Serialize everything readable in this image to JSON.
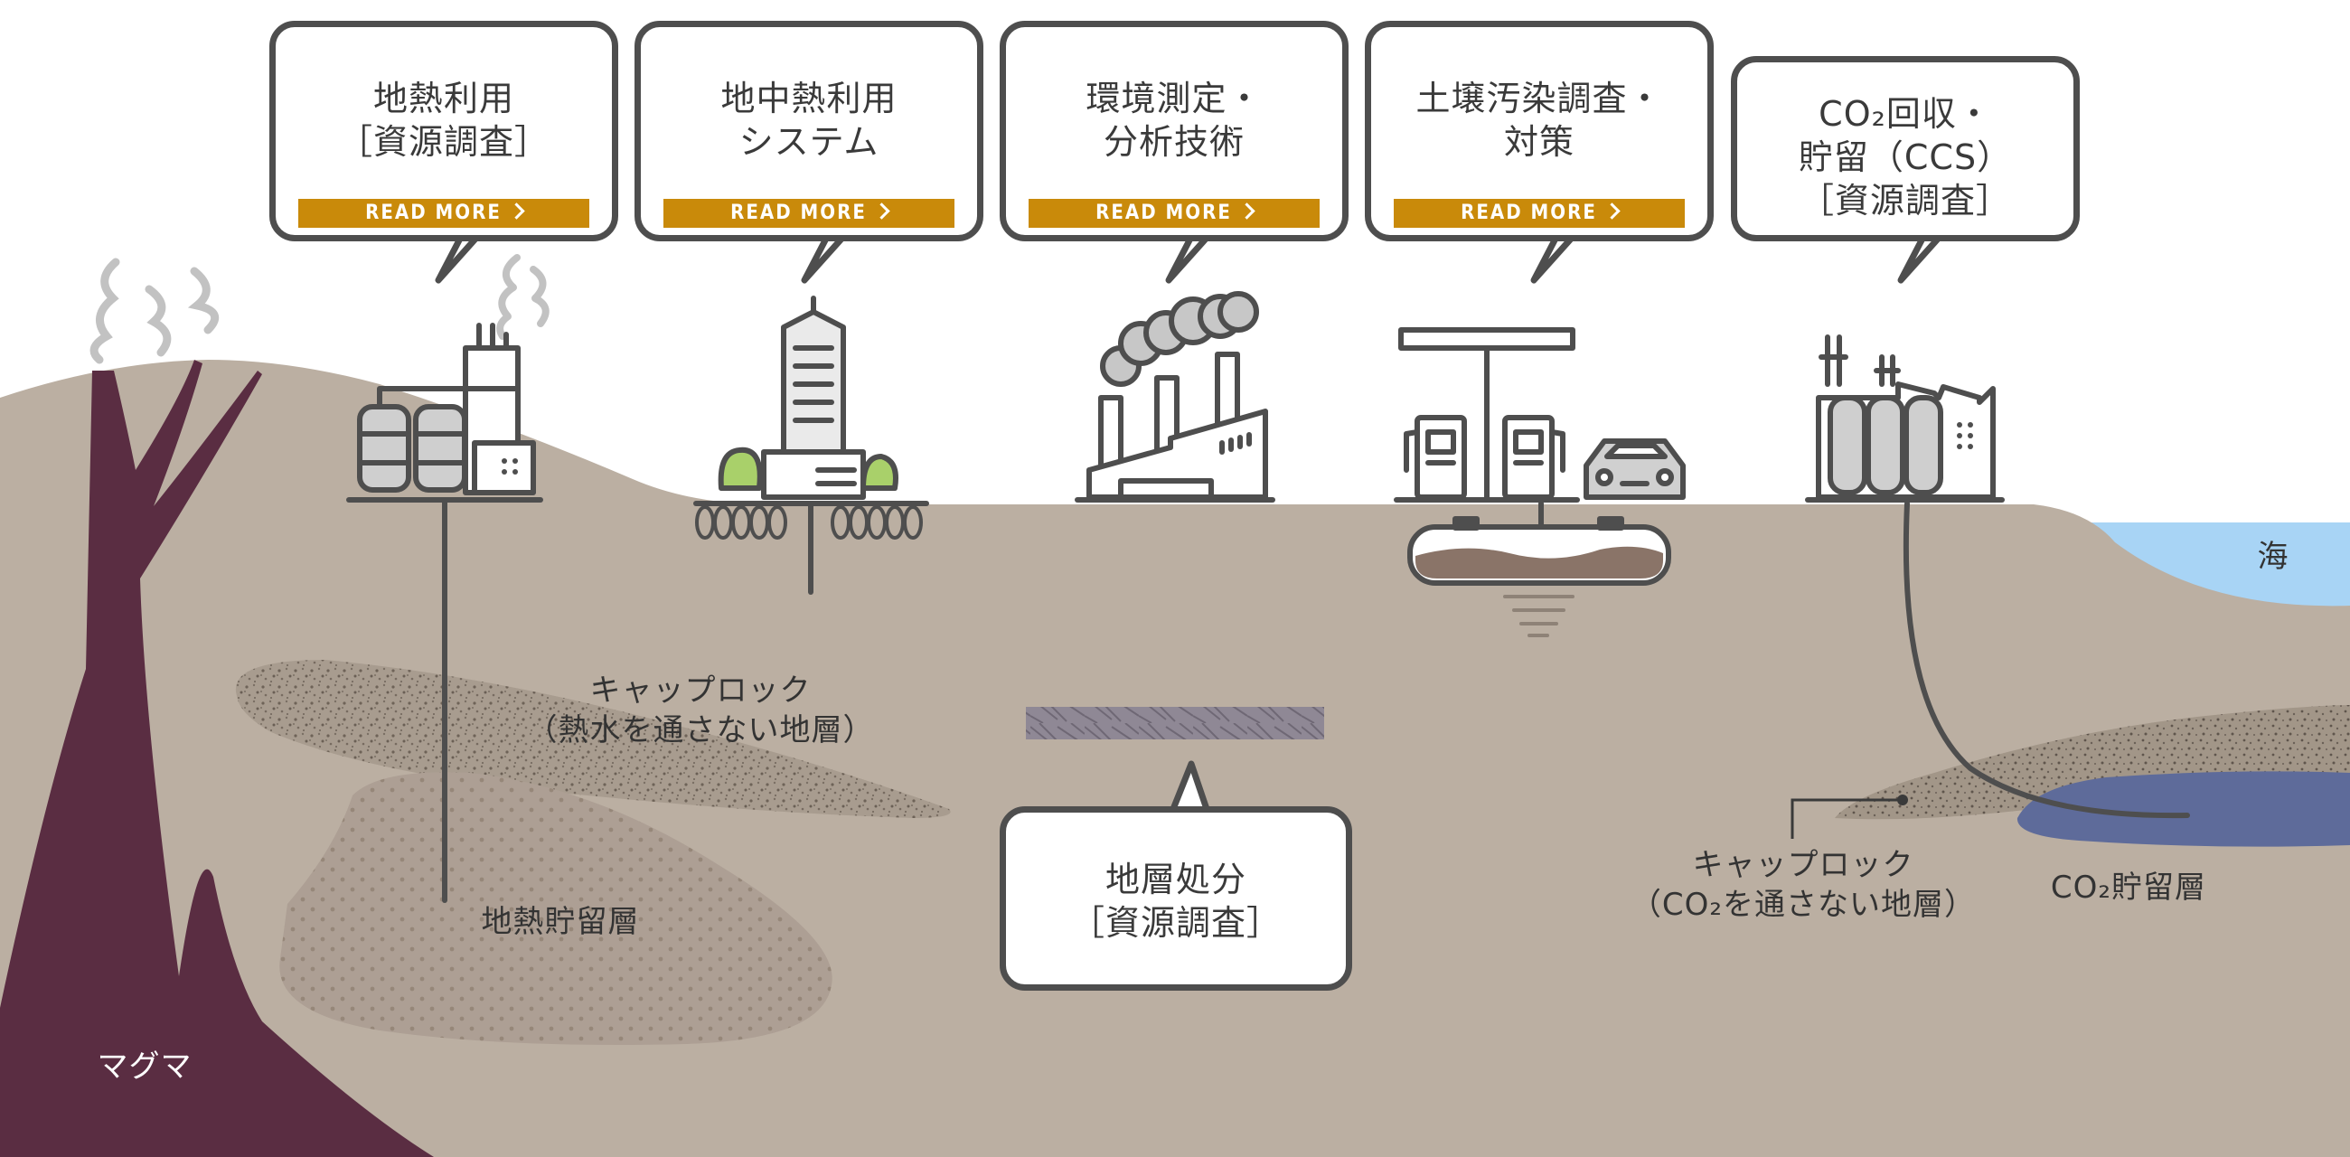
{
  "callouts": {
    "geothermal": {
      "title": "地熱利用\n［資源調査］",
      "read_more": "READ MORE"
    },
    "ground_heat": {
      "title": "地中熱利用\nシステム",
      "read_more": "READ MORE"
    },
    "environment": {
      "title": "環境測定・\n分析技術",
      "read_more": "READ MORE"
    },
    "soil": {
      "title": "土壌汚染調査・\n対策",
      "read_more": "READ MORE"
    },
    "ccs": {
      "title": "CO₂回収・\n貯留（CCS）\n［資源調査］"
    },
    "disposal": {
      "title": "地層処分\n［資源調査］"
    }
  },
  "labels": {
    "caprock_water": "キャップロック\n（熱水を通さない地層）",
    "geothermal_reservoir": "地熱貯留層",
    "magma": "マグマ",
    "sea": "海",
    "caprock_co2": "キャップロック\n（CO₂を通さない地層）",
    "co2_reservoir": "CO₂貯留層"
  },
  "colors": {
    "ground": "#bbafa2",
    "magma": "#5a2d42",
    "sea": "#a8d4f5",
    "co2_reservoir": "#5e6b9a",
    "accent": "#c98a0a",
    "outline": "#4e4e4e",
    "vegetation": "#a9d06a"
  }
}
